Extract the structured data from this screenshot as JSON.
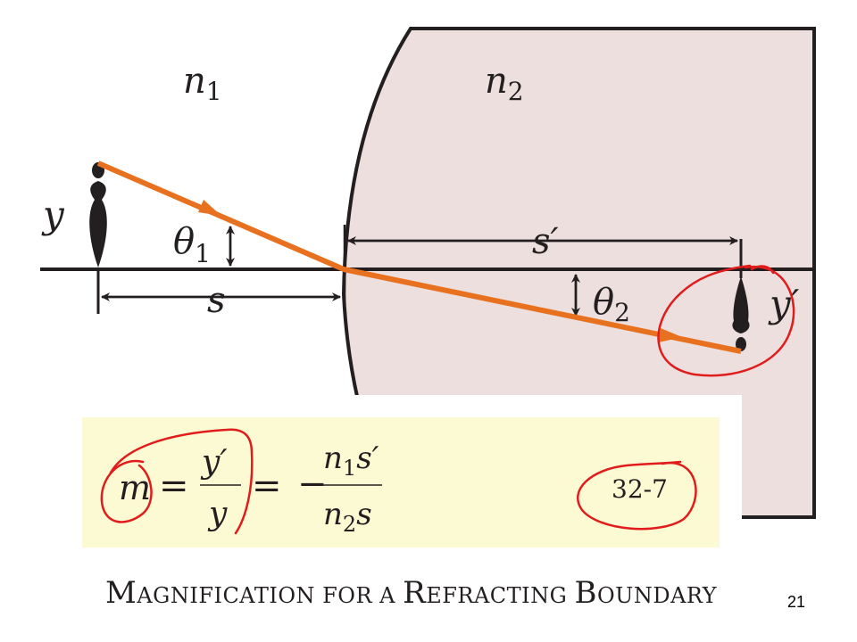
{
  "diagram": {
    "media_left_label": "n1",
    "media_left_sub": "1",
    "media_left_main": "n",
    "media_right_main": "n",
    "media_right_sub": "2",
    "object_height_label": "y",
    "image_height_label": "y′",
    "incidence_angle_main": "θ",
    "incidence_angle_sub": "1",
    "refraction_angle_main": "θ",
    "refraction_angle_sub": "2",
    "object_distance_label": "s",
    "image_distance_label": "s′"
  },
  "equation": {
    "lhs": "m",
    "equals_1": "=",
    "frac1_num": "y′",
    "frac1_den": "y",
    "equals_2": "=",
    "minus": "−",
    "frac2_num_n": "n",
    "frac2_num_sub": "1",
    "frac2_num_s": "s′",
    "frac2_den_n": "n",
    "frac2_den_sub": "2",
    "frac2_den_s": "s",
    "number": "32-7"
  },
  "caption": {
    "c1": "M",
    "r1": "AGNIFICATION FOR A ",
    "c2": "R",
    "r2": "EFRACTING ",
    "c3": "B",
    "r3": "OUNDARY"
  },
  "page_number": "21",
  "colors": {
    "ray": "#e8711f",
    "medium": "#ecdfdd",
    "equation_bg": "#fcfad2",
    "annotation": "#e01c1c",
    "ink": "#231f20"
  }
}
